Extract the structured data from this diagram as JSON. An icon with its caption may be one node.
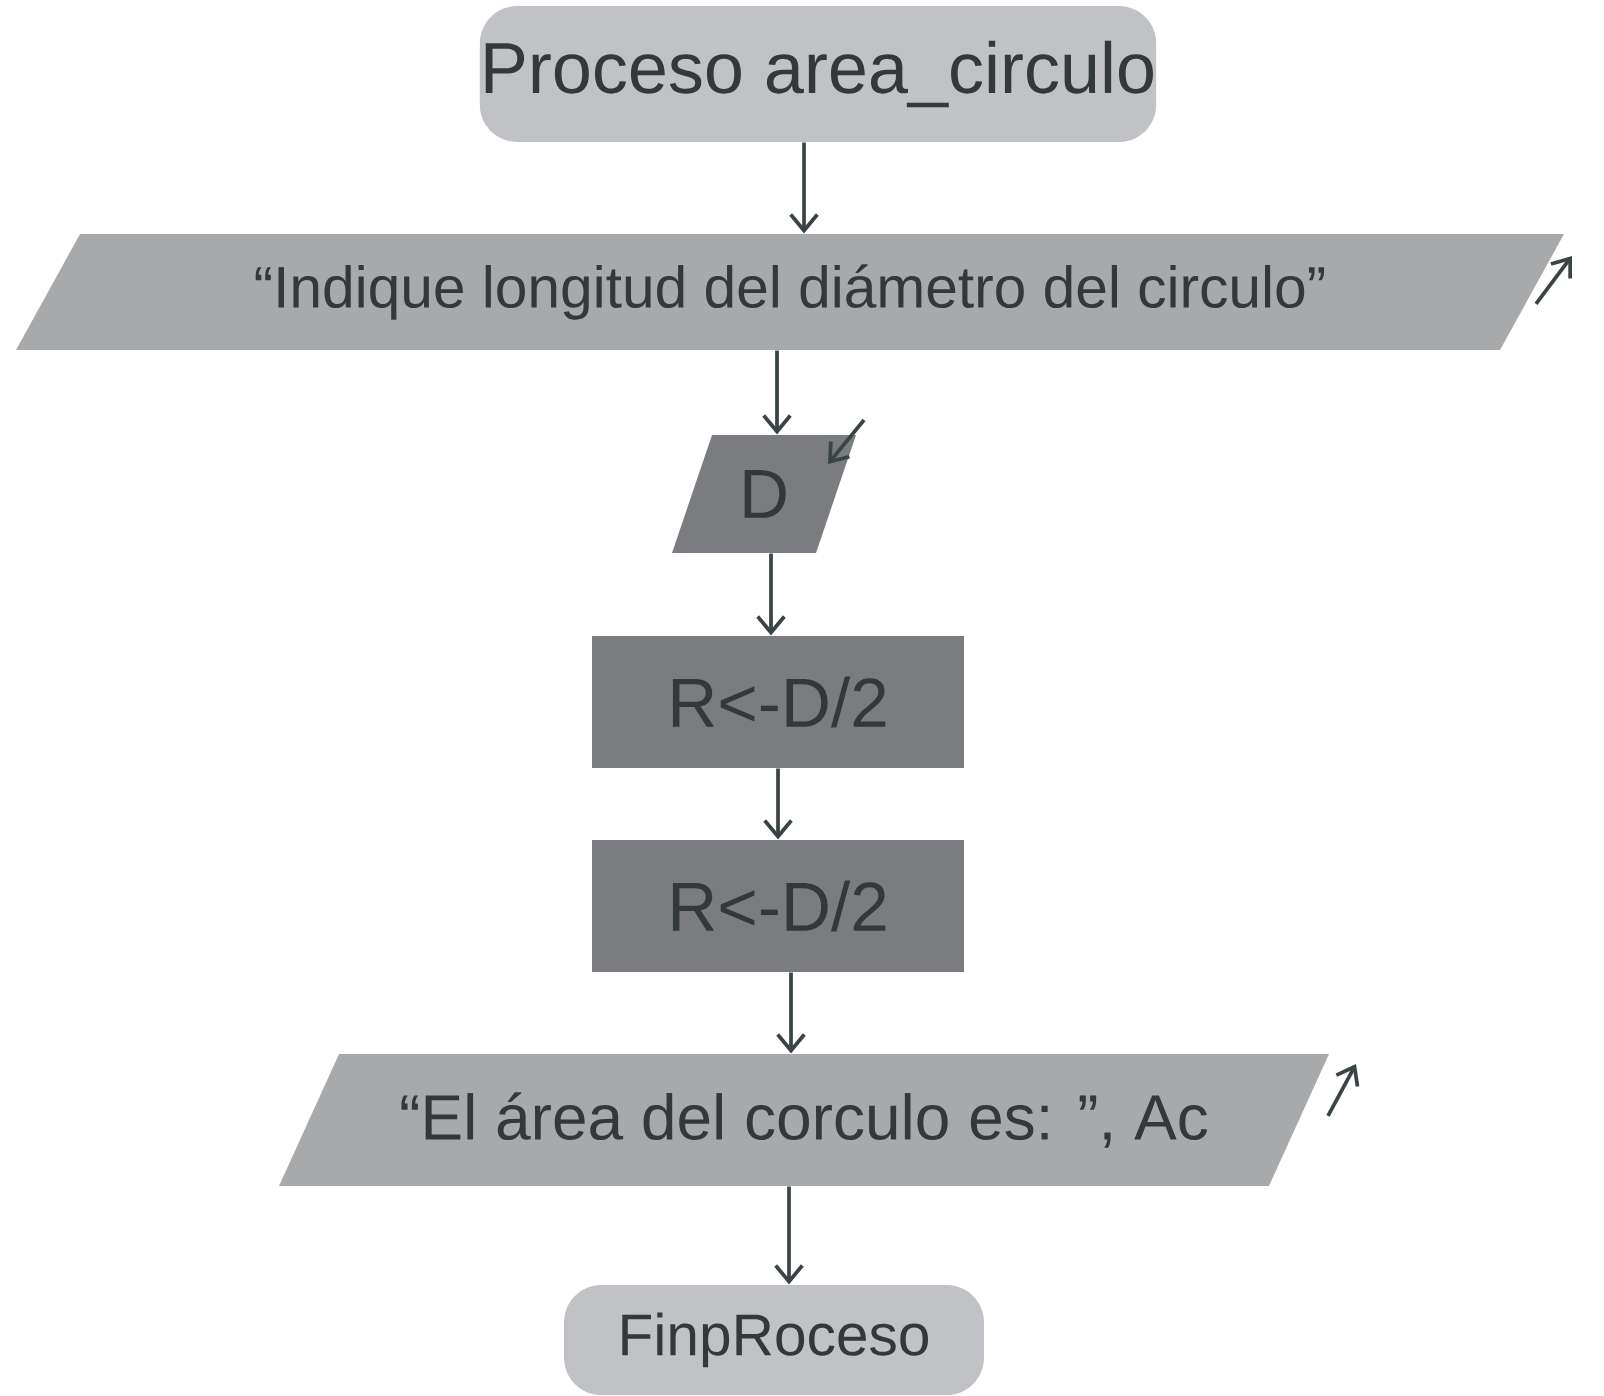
{
  "diagram": {
    "nodes": [
      {
        "text": [
          "Proceso area_circulo"
        ]
      },
      {
        "text": [
          "“Indique longitud del diámetro del circulo”"
        ]
      },
      {
        "text": [
          "D"
        ]
      },
      {
        "text": [
          "R<-D/2"
        ]
      },
      {
        "text": [
          "R<-D/2"
        ]
      },
      {
        "text": [
          "“El área del corculo es: ”, Ac"
        ]
      },
      {
        "text": [
          "FinpRoceso"
        ]
      }
    ],
    "edges": [
      {
        "from": 0,
        "to": 1,
        "arrow": "to"
      },
      {
        "from": 1,
        "to": 2,
        "arrow": "to"
      },
      {
        "from": 2,
        "to": 3,
        "arrow": "to"
      },
      {
        "from": 3,
        "to": 4,
        "arrow": "to"
      },
      {
        "from": 4,
        "to": 5,
        "arrow": "to"
      },
      {
        "from": 5,
        "to": 6,
        "arrow": "to"
      }
    ]
  }
}
